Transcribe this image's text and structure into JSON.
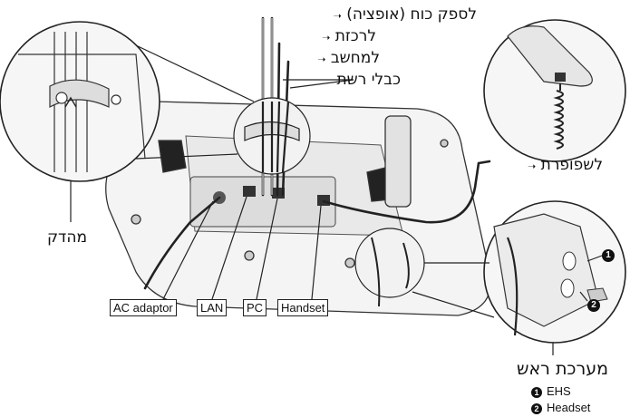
{
  "labels": {
    "power_supply": "לספק כוח (אופציה)",
    "to_switch": "לרכזת",
    "to_computer": "למחשב",
    "network_cables": "כבלי רשת",
    "to_handset": "לשפופרת",
    "clip": "מהדק",
    "headset_system": "מערכת ראש"
  },
  "ports": {
    "ac_adaptor": "AC adaptor",
    "lan": "LAN",
    "pc": "PC",
    "handset": "Handset"
  },
  "legend": [
    {
      "num": "1",
      "text": "EHS"
    },
    {
      "num": "2",
      "text": "Headset"
    }
  ],
  "arrow_glyph": "➝"
}
